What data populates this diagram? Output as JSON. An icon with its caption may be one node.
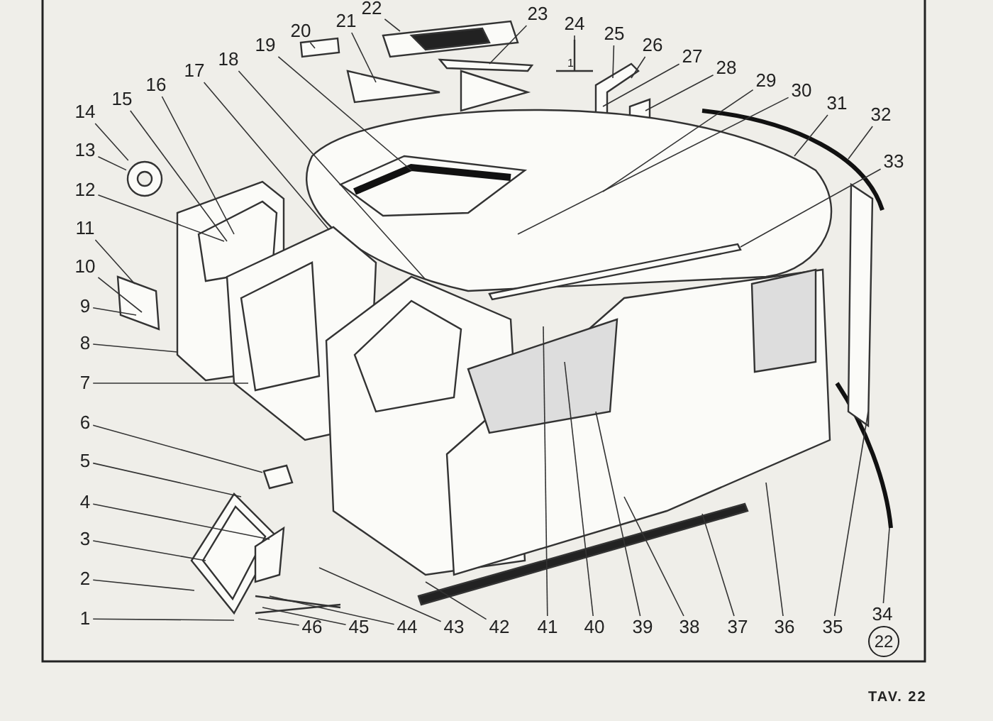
{
  "diagram": {
    "nodes": [
      {
        "text": [
          "1"
        ]
      },
      {
        "text": [
          "2"
        ]
      },
      {
        "text": [
          "3"
        ]
      },
      {
        "text": [
          "4"
        ]
      },
      {
        "text": [
          "5"
        ]
      },
      {
        "text": [
          "6"
        ]
      },
      {
        "text": [
          "7"
        ]
      },
      {
        "text": [
          "8"
        ]
      },
      {
        "text": [
          "9"
        ]
      },
      {
        "text": [
          "10"
        ]
      },
      {
        "text": [
          "11"
        ]
      },
      {
        "text": [
          "12"
        ]
      },
      {
        "text": [
          "13"
        ]
      },
      {
        "text": [
          "14"
        ]
      },
      {
        "text": [
          "15"
        ]
      },
      {
        "text": [
          "16"
        ]
      },
      {
        "text": [
          "17"
        ]
      },
      {
        "text": [
          "18"
        ]
      },
      {
        "text": [
          "19"
        ]
      },
      {
        "text": [
          "20"
        ]
      },
      {
        "text": [
          "21"
        ]
      },
      {
        "text": [
          "22"
        ]
      },
      {
        "text": [
          "23"
        ]
      },
      {
        "text": [
          "24"
        ]
      },
      {
        "text": [
          "25"
        ]
      },
      {
        "text": [
          "26"
        ]
      },
      {
        "text": [
          "27"
        ]
      },
      {
        "text": [
          "28"
        ]
      },
      {
        "text": [
          "29"
        ]
      },
      {
        "text": [
          "30"
        ]
      },
      {
        "text": [
          "31"
        ]
      },
      {
        "text": [
          "32"
        ]
      },
      {
        "text": [
          "33"
        ]
      },
      {
        "text": [
          "34"
        ]
      },
      {
        "text": [
          "35"
        ]
      },
      {
        "text": [
          "36"
        ]
      },
      {
        "text": [
          "37"
        ]
      },
      {
        "text": [
          "38"
        ]
      },
      {
        "text": [
          "39"
        ]
      },
      {
        "text": [
          "40"
        ]
      },
      {
        "text": [
          "41"
        ]
      },
      {
        "text": [
          "42"
        ]
      },
      {
        "text": [
          "43"
        ]
      },
      {
        "text": [
          "44"
        ]
      },
      {
        "text": [
          "45"
        ]
      },
      {
        "text": [
          "46"
        ]
      },
      {
        "text": [],
        "shape": "picture"
      },
      {
        "text": [],
        "shape": "picture"
      }
    ],
    "edges": [
      {
        "from": 0,
        "to": null,
        "arrow": "none"
      },
      {
        "from": 1,
        "to": null,
        "arrow": "none"
      },
      {
        "from": 2,
        "to": null,
        "arrow": "none"
      },
      {
        "from": 3,
        "to": null,
        "arrow": "none"
      },
      {
        "from": 4,
        "to": null,
        "arrow": "none"
      },
      {
        "from": 5,
        "to": 47,
        "arrow": "none"
      },
      {
        "from": 6,
        "to": null,
        "arrow": "none"
      },
      {
        "from": 7,
        "to": null,
        "arrow": "none"
      },
      {
        "from": 8,
        "to": null,
        "arrow": "none"
      },
      {
        "from": 9,
        "to": null,
        "arrow": "none"
      },
      {
        "from": 10,
        "to": null,
        "arrow": "none"
      },
      {
        "from": 11,
        "to": null,
        "arrow": "none"
      },
      {
        "from": 12,
        "to": 46,
        "arrow": "none"
      },
      {
        "from": 13,
        "to": 46,
        "arrow": "none"
      },
      {
        "from": 14,
        "to": null,
        "arrow": "none"
      },
      {
        "from": 15,
        "to": null,
        "arrow": "none"
      },
      {
        "from": 16,
        "to": null,
        "arrow": "none"
      },
      {
        "from": 17,
        "to": null,
        "arrow": "none"
      },
      {
        "from": 18,
        "to": null,
        "arrow": "none"
      },
      {
        "from": 19,
        "to": null,
        "arrow": "none"
      },
      {
        "from": 20,
        "to": null,
        "arrow": "none"
      },
      {
        "from": 21,
        "to": null,
        "arrow": "none"
      },
      {
        "from": 22,
        "to": null,
        "arrow": "none"
      },
      {
        "from": 23,
        "to": null,
        "arrow": "none"
      },
      {
        "from": 24,
        "to": null,
        "arrow": "none"
      },
      {
        "from": 25,
        "to": null,
        "arrow": "none"
      },
      {
        "from": 26,
        "to": null,
        "arrow": "none"
      },
      {
        "from": 27,
        "to": null,
        "arrow": "none"
      },
      {
        "from": 28,
        "to": null,
        "arrow": "none"
      },
      {
        "from": 29,
        "to": null,
        "arrow": "none"
      },
      {
        "from": 30,
        "to": null,
        "arrow": "none"
      },
      {
        "from": 31,
        "to": null,
        "arrow": "none"
      },
      {
        "from": 32,
        "to": null,
        "arrow": "none"
      },
      {
        "from": 33,
        "to": null,
        "arrow": "none"
      },
      {
        "from": 34,
        "to": null,
        "arrow": "none"
      },
      {
        "from": 35,
        "to": null,
        "arrow": "none"
      },
      {
        "from": 36,
        "to": null,
        "arrow": "none"
      },
      {
        "from": 37,
        "to": null,
        "arrow": "none"
      },
      {
        "from": 38,
        "to": null,
        "arrow": "none"
      },
      {
        "from": 39,
        "to": null,
        "arrow": "none"
      },
      {
        "from": 40,
        "to": null,
        "arrow": "none"
      },
      {
        "from": 41,
        "to": null,
        "arrow": "none"
      },
      {
        "from": 42,
        "to": null,
        "arrow": "none"
      },
      {
        "from": 43,
        "to": null,
        "arrow": "none"
      },
      {
        "from": 44,
        "to": null,
        "arrow": "none"
      },
      {
        "from": 45,
        "to": null,
        "arrow": "none"
      }
    ],
    "labels": [
      "1",
      "22",
      "TAV. 22"
    ]
  }
}
